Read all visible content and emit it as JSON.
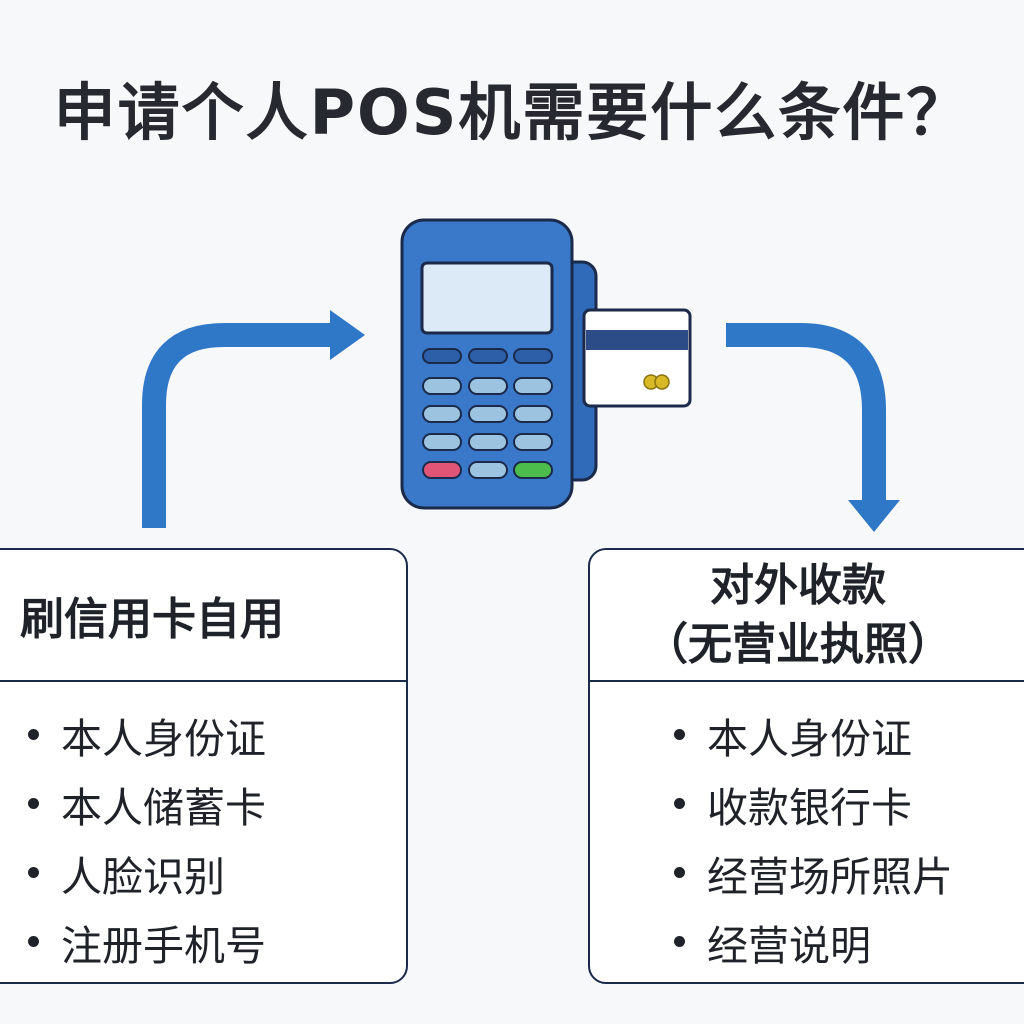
{
  "title": "申请个人POS机需要什么条件？",
  "colors": {
    "arrow": "#2f78c8",
    "terminal": "#3a79c9",
    "outline": "#1b2a4a",
    "screen": "#dceaf8",
    "key_dark": "#2d5fa8",
    "key_light": "#9cc3df",
    "key_cancel": "#e05575",
    "key_confirm": "#4cbc4c",
    "card_stripe": "#2b4c86",
    "chip": "#d8b925"
  },
  "icons": {
    "terminal": "pos-terminal-icon",
    "bank_card": "bank-card-icon",
    "arrow_left": "arrow-up-right-icon",
    "arrow_right": "arrow-right-down-icon"
  },
  "left_card": {
    "heading": "刷信用卡自用",
    "items": [
      "本人身份证",
      "本人储蓄卡",
      "人脸识别",
      "注册手机号"
    ]
  },
  "right_card": {
    "heading_line1": "对外收款",
    "heading_line2": "（无营业执照）",
    "items": [
      "本人身份证",
      "收款银行卡",
      "经营场所照片",
      "经营说明"
    ]
  }
}
